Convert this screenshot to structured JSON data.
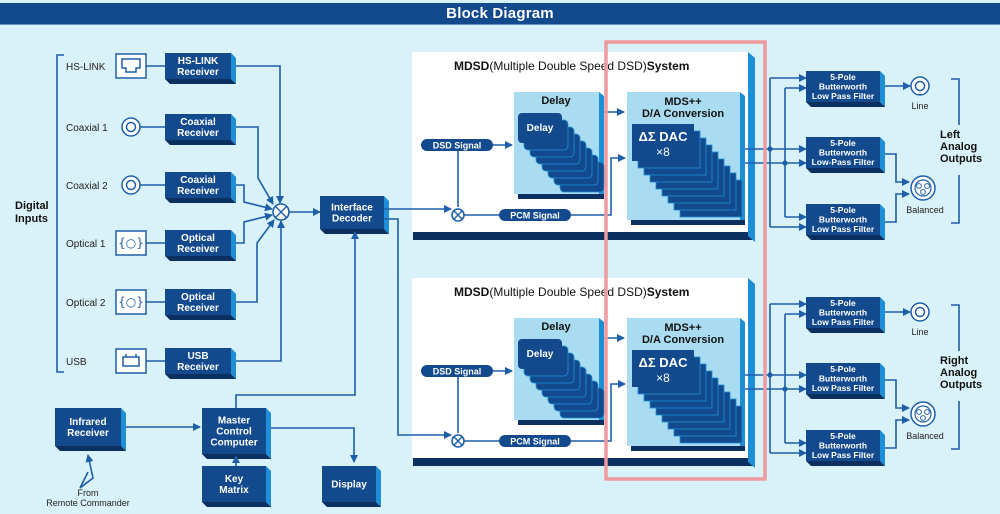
{
  "title": "Block Diagram",
  "digital_inputs": {
    "group_label": [
      "Digital",
      "Inputs"
    ],
    "inputs": [
      {
        "label": "HS-LINK",
        "connector_icon": "hs-link-port-icon",
        "receiver": [
          "HS-LINK",
          "Receiver"
        ]
      },
      {
        "label": "Coaxial 1",
        "connector_icon": "coaxial-jack-icon",
        "receiver": [
          "Coaxial",
          "Receiver"
        ]
      },
      {
        "label": "Coaxial 2",
        "connector_icon": "coaxial-jack-icon",
        "receiver": [
          "Coaxial",
          "Receiver"
        ]
      },
      {
        "label": "Optical 1",
        "connector_icon": "optical-port-icon",
        "receiver": [
          "Optical",
          "Receiver"
        ]
      },
      {
        "label": "Optical 2",
        "connector_icon": "optical-port-icon",
        "receiver": [
          "Optical",
          "Receiver"
        ]
      },
      {
        "label": "USB",
        "connector_icon": "usb-port-icon",
        "receiver": [
          "USB",
          "Receiver"
        ]
      }
    ]
  },
  "interface_decoder": [
    "Interface",
    "Decoder"
  ],
  "control": {
    "infrared": [
      "Infrared",
      "Receiver"
    ],
    "remote_note": [
      "From",
      "Remote Commander"
    ],
    "master": [
      "Master",
      "Control",
      "Computer"
    ],
    "key_matrix": [
      "Key",
      "Matrix"
    ],
    "display": "Display"
  },
  "mdsd_systems": [
    {
      "title_bold_1": "MDSD",
      "title_regular": "(Multiple Double Speed DSD)",
      "title_bold_2": "System",
      "delay_outer": "Delay",
      "delay_inner": "Delay",
      "dsd_signal": "DSD Signal",
      "pcm_signal": "PCM Signal",
      "dac_title": [
        "MDS++",
        "D/A Conversion"
      ],
      "dac_label": "ΔΣ DAC",
      "dac_count": "×8"
    },
    {
      "title_bold_1": "MDSD",
      "title_regular": "(Multiple Double Speed DSD)",
      "title_bold_2": "System",
      "delay_outer": "Delay",
      "delay_inner": "Delay",
      "dsd_signal": "DSD Signal",
      "pcm_signal": "PCM Signal",
      "dac_title": [
        "MDS++",
        "D/A Conversion"
      ],
      "dac_label": "ΔΣ DAC",
      "dac_count": "×8"
    }
  ],
  "outputs": [
    {
      "group_label": [
        "Left",
        "Analog",
        "Outputs"
      ],
      "filters": [
        [
          "5-Pole",
          "Butterworth",
          "Low Pass Filter"
        ],
        [
          "5-Pole",
          "Butterworth",
          "Low-Pass Filter"
        ],
        [
          "5-Pole",
          "Butterworth",
          "Low Pass Filter"
        ]
      ],
      "line_label": "Line",
      "balanced_label": "Balanced"
    },
    {
      "group_label": [
        "Right",
        "Analog",
        "Outputs"
      ],
      "filters": [
        [
          "5-Pole",
          "Butterworth",
          "Low Pass Filter"
        ],
        [
          "5-Pole",
          "Butterworth",
          "Low Pass Filter"
        ],
        [
          "5-Pole",
          "Butterworth",
          "Low Pass Filter"
        ]
      ],
      "line_label": "Line",
      "balanced_label": "Balanced"
    }
  ],
  "colors": {
    "background": "#d9f1f8",
    "block": "#134a8e",
    "block_side": "#1e8fd6",
    "line": "#1d5fa8",
    "highlight": "#ef9a9e"
  }
}
